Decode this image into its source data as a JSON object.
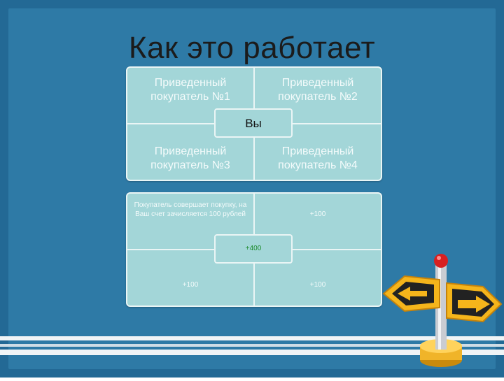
{
  "title": "Как это работает",
  "top_grid": {
    "cells": [
      "Приведенный покупатель №1",
      "Приведенный покупатель №2",
      "Приведенный покупатель №3",
      "Приведенный покупатель №4"
    ],
    "center": "Вы"
  },
  "bottom_grid": {
    "note": "Покупатель совершает покупку, на Ваш счет зачисляется 100 рублей",
    "right_top": "+100",
    "center": "+400",
    "left_bottom": "+100",
    "right_bottom": "+100"
  },
  "colors": {
    "background": "#236995",
    "panel": "#a3d6d8",
    "panel_border": "#eaf5f5",
    "center_value": "#1a8a2a"
  },
  "icons": [
    "signpost-icon"
  ]
}
